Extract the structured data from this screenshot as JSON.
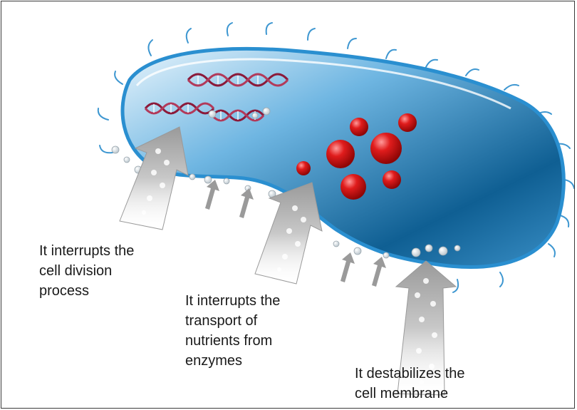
{
  "labels": {
    "cell_division": "It interrupts the\ncell division\nprocess",
    "nutrient_transport": "It interrupts the\ntransport of\nnutrients from\nenzymes",
    "membrane": "It destabilizes the\ncell membrane"
  },
  "colors": {
    "membrane_outline": "#2a8fd0",
    "cytoplasm_dark": "#0d5d8f",
    "cytoplasm_light": "#dff0fb",
    "dna_strand": "#8b1a3a",
    "particles": "#d41414",
    "arrow_fill": "#a9a9a9"
  }
}
